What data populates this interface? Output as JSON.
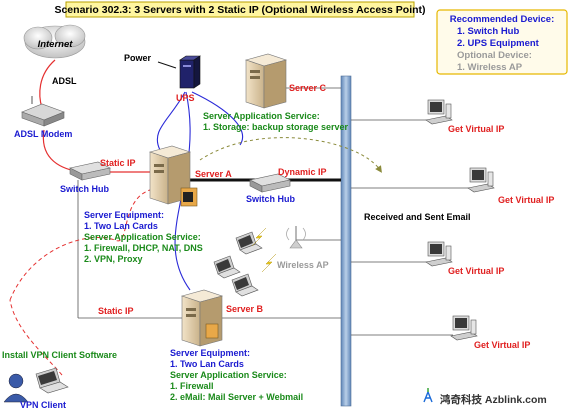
{
  "title": "Scenario 302.3:  3 Servers with 2 Static IP (Optional Wireless Access Point)",
  "recommended": {
    "heading": "Recommended Device:",
    "item1": "1. Switch Hub",
    "item2": "2. UPS Equipment",
    "optional_heading": "Optional Device:",
    "optional_item": "1. Wireless AP"
  },
  "labels": {
    "internet": "Internet",
    "adsl": "ADSL",
    "adsl_modem": "ADSL Modem",
    "power": "Power",
    "ups": "UPS",
    "switch_hub_left": "Switch Hub",
    "switch_hub_mid": "Switch Hub",
    "static_ip_top": "Static IP",
    "static_ip_bottom": "Static IP",
    "dynamic_ip": "Dynamic IP",
    "server_a": "Server A",
    "server_b": "Server B",
    "server_c": "Server C",
    "wireless_ap": "Wireless AP",
    "received_email": "Received and Sent Email",
    "install_vpn": "Install VPN Client Software",
    "vpn_client": "VPN Client",
    "get_ip_1": "Get Virtual IP",
    "get_ip_2": "Get Virtual IP",
    "get_ip_3": "Get Virtual IP",
    "get_ip_4": "Get Virtual IP",
    "watermark": "鸿奇科技  Azblink.com"
  },
  "server_c_info": {
    "heading": "Server Application Service:",
    "line1": "1. Storage: backup storage server"
  },
  "server_a_info": {
    "equip_heading": "Server Equipment:",
    "equip1": "1. Two Lan Cards",
    "app_heading": "Server Application Service:",
    "app1": "1. Firewall, DHCP, NAT, DNS",
    "app2": "2. VPN, Proxy"
  },
  "server_b_info": {
    "equip_heading": "Server Equipment:",
    "equip1": "1. Two Lan Cards",
    "app_heading": "Server Application Service:",
    "app1": "1. Firewall",
    "app2": "2. eMail: Mail Server + Webmail"
  },
  "colors": {
    "backbone": "#7fa0c8",
    "red_link": "#e53030",
    "blue_text": "#1a1ad0",
    "green_text": "#1a8a1a",
    "red_text": "#e02020",
    "grey_text": "#9a9a9a",
    "box_border": "#e6b800",
    "box_fill": "#fffbea"
  }
}
